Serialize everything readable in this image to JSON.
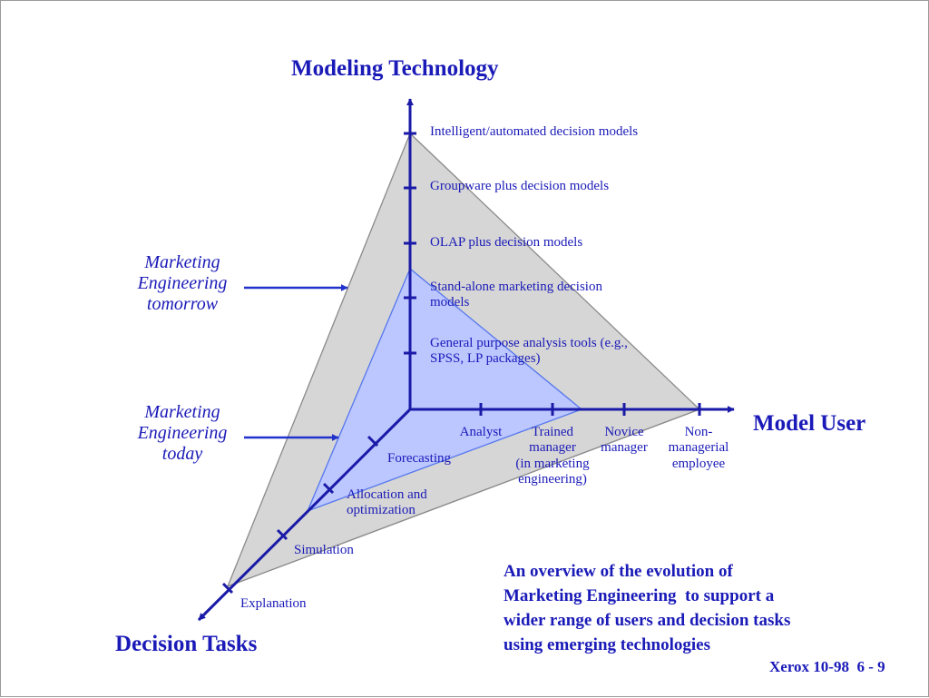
{
  "axes": {
    "vertical_title": "Modeling Technology",
    "horizontal_title": "Model User",
    "diagonal_title": "Decision Tasks"
  },
  "modeling_levels": [
    "Intelligent/automated decision models",
    "Groupware plus decision models",
    "OLAP plus decision models",
    "Stand-alone marketing decision\nmodels",
    "General purpose analysis tools (e.g.,\nSPSS, LP packages)"
  ],
  "user_levels": [
    "Analyst",
    "Trained\nmanager\n(in marketing\nengineering)",
    "Novice\nmanager",
    "Non-\nmanagerial\nemployee"
  ],
  "task_levels": [
    "Forecasting",
    "Allocation and\noptimization",
    "Simulation",
    "Explanation"
  ],
  "side_labels": {
    "tomorrow": "Marketing\nEngineering\ntomorrow",
    "today": "Marketing\nEngineering\ntoday"
  },
  "caption": "An overview of the evolution of\nMarketing Engineering  to support a\nwider range of users and decision tasks\nusing emerging technologies",
  "footer": "Xerox 10-98  6 - 9",
  "colors": {
    "text": "#1a1ab8",
    "axis": "#1a1aa8",
    "tomorrow_fill": "#d6d6d6",
    "today_fill": "#bcc6ff",
    "today_stroke": "#5577ee"
  }
}
